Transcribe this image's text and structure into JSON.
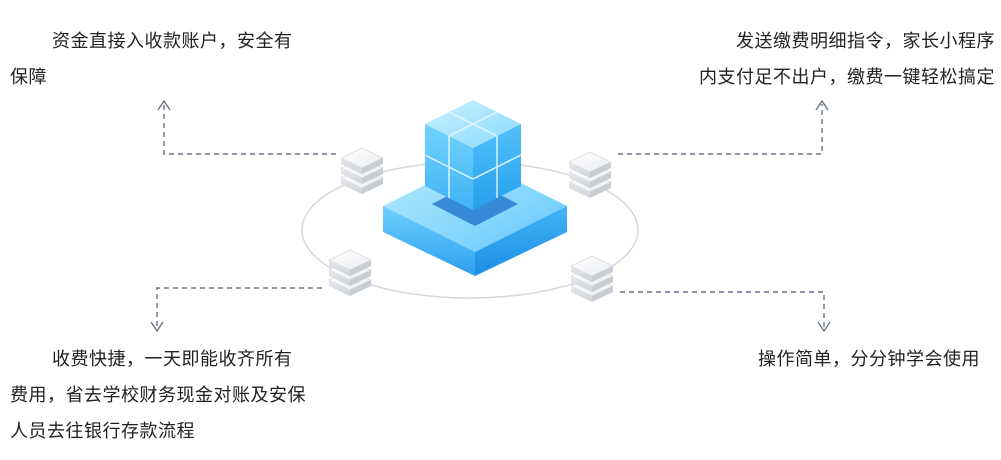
{
  "features": {
    "top_left": "资金直接入收款账户，安全有保障",
    "top_right_line1": "发送缴费明细指令，家长小程序",
    "top_right_line2": "内支付足不出户，缴费一键轻松搞定",
    "bottom_left": "收费快捷，一天即能收齐所有费用，省去学校财务现金对账及安保人员去往银行存款流程",
    "bottom_right": "操作简单，分分钟学会使用"
  },
  "colors": {
    "cube_top": "#7fd6fb",
    "cube_side": "#2aa7ef",
    "connector": "#6b7488",
    "ellipse": "#d4d8de"
  },
  "icons": {
    "center": "cube-stack-icon",
    "nodes": "layer-stack-icon"
  }
}
